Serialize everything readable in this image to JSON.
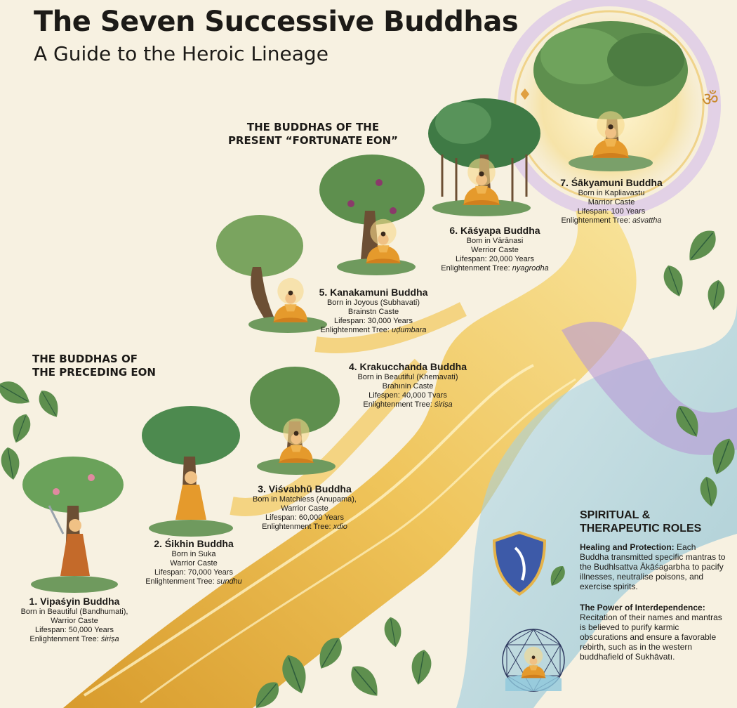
{
  "header": {
    "title": "The Seven Successive Buddhas",
    "subtitle": "A Guide to the Heroic Lineage"
  },
  "sections": {
    "present_line1": "THE BUDDHAS OF THE",
    "present_line2": "PRESENT “FORTUNATE EON”",
    "preceding_line1": "THE BUDDHAS OF",
    "preceding_line2": "THE PRECEDING EON"
  },
  "buddhas": [
    {
      "name": "1. Vipaśyin Buddha",
      "born": "Born in Beautiful (Bandhumati),",
      "caste": "Warrior Caste",
      "lifespan": "Lifespan: 50,000 Years",
      "tree_label": "Enlightenment Tree:",
      "tree": "śiriṣa"
    },
    {
      "name": "2. Śikhin Buddha",
      "born": "Born in Suka",
      "caste": "Warrior Caste",
      "lifespan": "Lifespan: 70,000 Years",
      "tree_label": "Enlightenment Tree:",
      "tree": "sundhu"
    },
    {
      "name": "3. Viśvabhū Buddha",
      "born": "Born in Matchiess (Anupama),",
      "caste": "Warrior Caste",
      "lifespan": "Lifespan: 60,000 Years",
      "tree_label": "Enlightenment Tree:",
      "tree": "xdio"
    },
    {
      "name": "4. Krakucchanda Buddha",
      "born": "Born in Beautiful (Khemavati)",
      "caste": "Brahınin Caste",
      "lifespan": "Lifespen: 40,000 Tvars",
      "tree_label": "Enlightenment Tree:",
      "tree": "śiriṣa"
    },
    {
      "name": "5. Kanakamuni Buddha",
      "born": "Born in Joyous (Subhavati)",
      "caste": "Brainstn Caste",
      "lifespan": "Lifespan: 30,000 Years",
      "tree_label": "Enlightenment Tree:",
      "tree": "uḍumbara"
    },
    {
      "name": "6. Kāśyapa Buddha",
      "born": "Bom in Vārānasi",
      "caste": "Werrior Caste",
      "lifespan": "Lifespan: 20,000 Years",
      "tree_label": "Enlightenment Tree:",
      "tree": "nyagrodha"
    },
    {
      "name": "7. Śākyamuni Buddha",
      "born": "Born in Kapliavastu",
      "caste": "Marrior Caste",
      "lifespan": "Lifespan: 100 Years",
      "tree_label": "Enlightenment Tree:",
      "tree": "aśvattha"
    }
  ],
  "roles": {
    "heading_line1": "SPIRITUAL &",
    "heading_line2": "THERAPEUTIC ROLES",
    "p1_title": "Healing and Protection:",
    "p1_body": "Each Buddha transmitted specific mantras to the Budhlsattva Ākāśagarbha to pacify illnesses, neutralise poisons, and exercise spirits.",
    "p2_title": "The Power of Interdependence:",
    "p2_body": "Recitation of their names and mantras is believed to purify karmic obscurations and ensure a favorable rebirth, such as in the western buddhafield of Sukhāvatı."
  },
  "colors": {
    "background": "#f7f1e1",
    "river_gold": "#e6b54a",
    "river_light": "#f7dc8a",
    "leaf_green": "#5e8f4e",
    "leaf_dark": "#2f5e3c",
    "robe_orange": "#e59a2c",
    "halo": "#f4d98a",
    "lavender": "#b79ad6",
    "water_blue": "#8ec8dc"
  },
  "icons": [
    "shield-icon",
    "mandala-icon",
    "leaf-icon",
    "bodhi-tree-icon",
    "seated-buddha-icon"
  ]
}
